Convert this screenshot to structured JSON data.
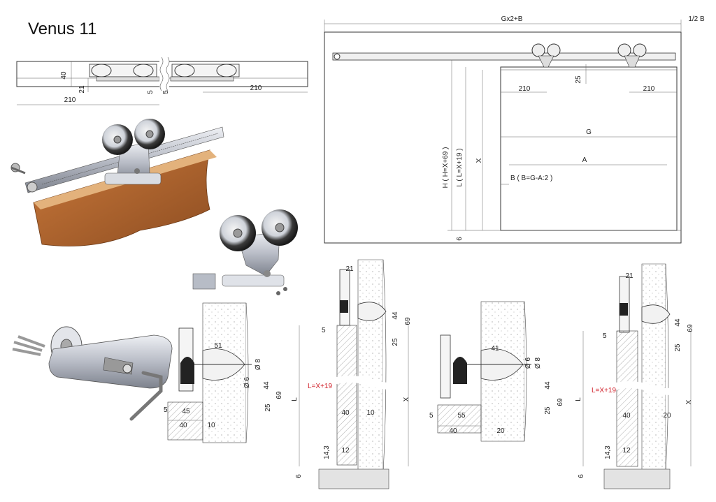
{
  "title": "Venus 11",
  "colors": {
    "line": "#333333",
    "red_label": "#d0202a",
    "wood": "#b86a2e",
    "metal": "#c8ccd4"
  },
  "top_profile": {
    "labels": {
      "h40": "40",
      "d21": "21",
      "left210": "210",
      "right210": "210",
      "gap5a": "5",
      "gap5b": "5"
    }
  },
  "overview": {
    "labels": {
      "top": "Gx2+B",
      "half": "1/2 B",
      "d25": "25",
      "w210a": "210",
      "w210b": "210",
      "G": "G",
      "A": "A",
      "B": "B ( B=G-A:2 )",
      "H": "H ( H=X+69 )",
      "L": "L ( L=X+19 )",
      "X": "X",
      "six": "6"
    }
  },
  "detail1": {
    "labels": {
      "d51": "51",
      "d6": "Ø 6",
      "d8": "Ø 8",
      "d25": "25",
      "d44": "44",
      "d69": "69",
      "d5": "5",
      "d45": "45",
      "d40": "40",
      "d10": "10"
    }
  },
  "section1": {
    "labels": {
      "d21": "21",
      "d5": "5",
      "d44": "44",
      "d69": "69",
      "d25": "25",
      "L": "L",
      "LX": "L=X+19",
      "X": "X",
      "d40": "40",
      "d10": "10",
      "d143": "14,3",
      "d12": "12",
      "d6": "6"
    }
  },
  "detail2": {
    "labels": {
      "d41": "41",
      "d6": "Ø 6",
      "d8": "Ø 8",
      "d25": "25",
      "d44": "44",
      "d69": "69",
      "d5": "5",
      "d55": "55",
      "d40": "40",
      "d20": "20"
    }
  },
  "section2": {
    "labels": {
      "d21": "21",
      "d5": "5",
      "d44": "44",
      "d69": "69",
      "d25": "25",
      "L": "L",
      "LX": "L=X+19",
      "X": "X",
      "d40": "40",
      "d20": "20",
      "d143": "14,3",
      "d12": "12",
      "d6": "6"
    }
  }
}
